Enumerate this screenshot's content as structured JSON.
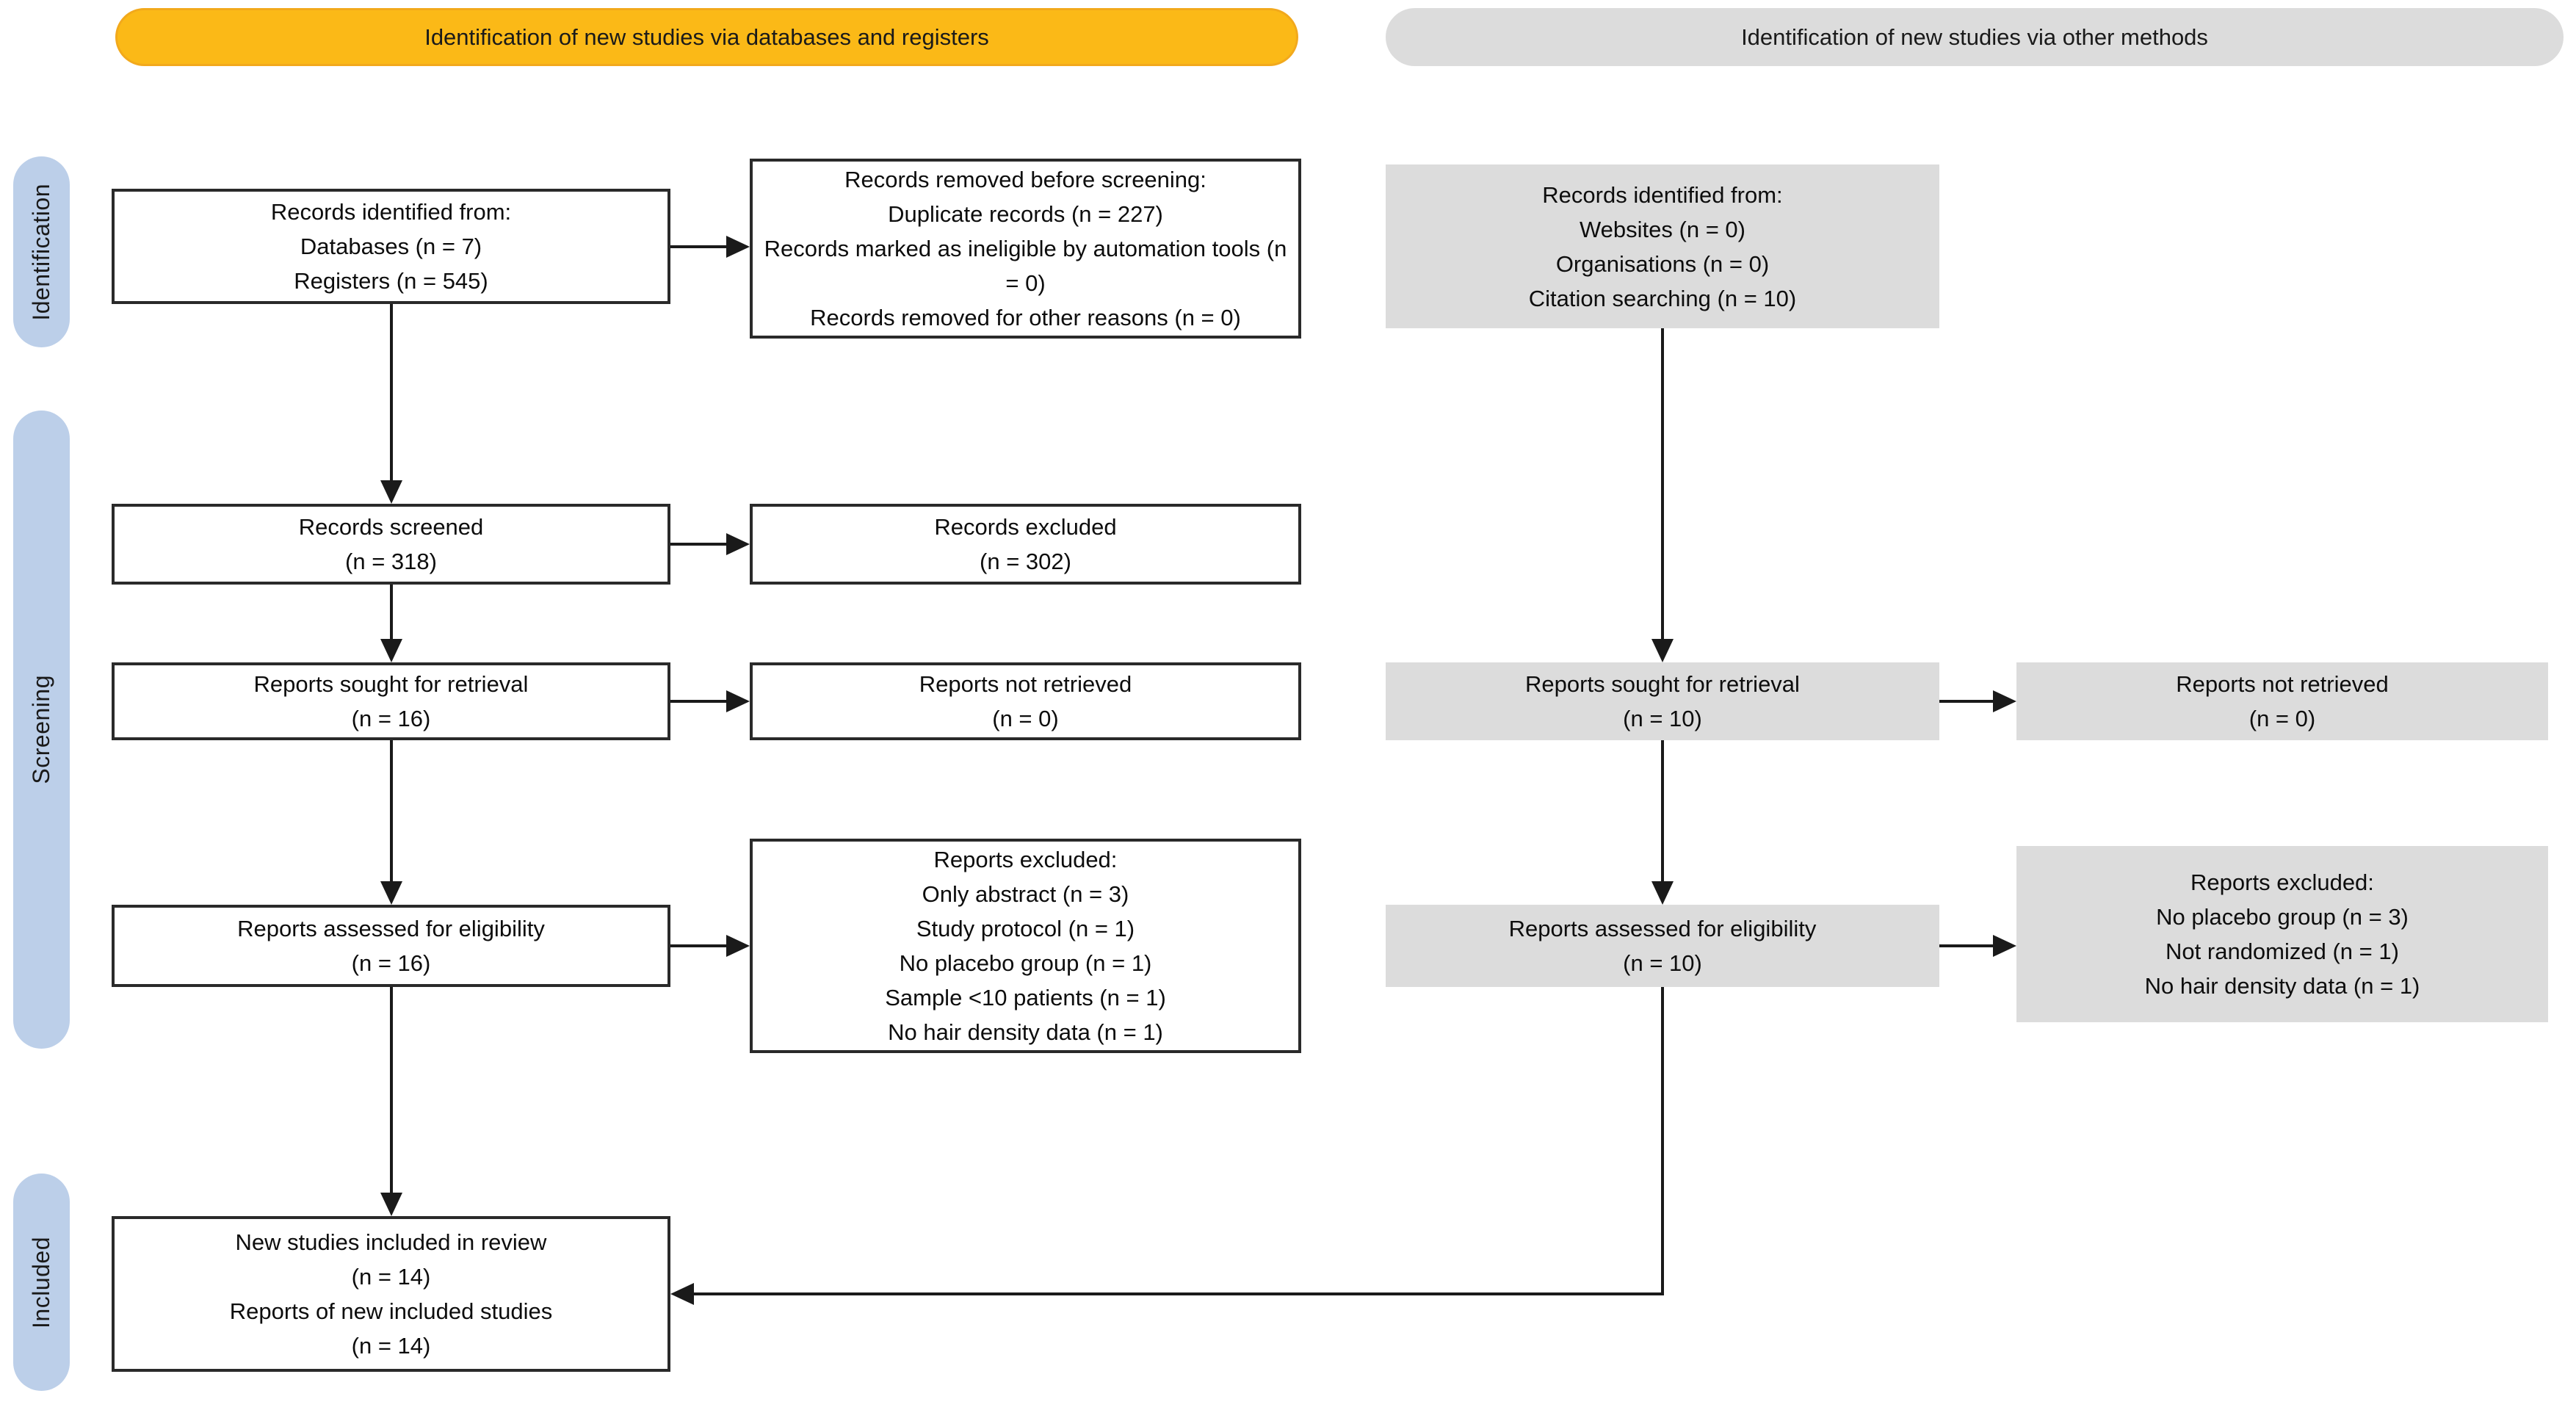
{
  "banners": {
    "databases": "Identification of new studies via databases and registers",
    "other_methods": "Identification of new studies via other methods"
  },
  "stage_labels": {
    "identification": "Identification",
    "screening": "Screening",
    "included": "Included"
  },
  "colors": {
    "banner_databases": "#fbb917",
    "banner_other": "#dcdcdc",
    "stage_pill": "#bccfe9",
    "gray_box": "#dcdcdc",
    "white_box_border": "#2a2a2a",
    "connector": "#1a1a1a"
  },
  "flow": {
    "db_register": {
      "records_identified": [
        "Records identified from:",
        "Databases (n = 7)",
        "Registers (n = 545)"
      ],
      "records_removed": [
        "Records removed before screening:",
        "Duplicate records (n = 227)",
        "Records marked as ineligible by automation tools (n = 0)",
        "Records removed for other reasons (n = 0)"
      ],
      "records_screened": [
        "Records screened",
        "(n = 318)"
      ],
      "records_excluded": [
        "Records excluded",
        "(n = 302)"
      ],
      "reports_sought": [
        "Reports sought for retrieval",
        "(n = 16)"
      ],
      "reports_not_retrieved": [
        "Reports not retrieved",
        "(n = 0)"
      ],
      "reports_assessed": [
        "Reports assessed for eligibility",
        "(n = 16)"
      ],
      "reports_excluded": [
        "Reports excluded:",
        "Only abstract (n = 3)",
        "Study protocol (n = 1)",
        "No placebo group (n = 1)",
        "Sample <10 patients (n = 1)",
        "No hair density data (n = 1)"
      ]
    },
    "other_methods": {
      "records_identified": [
        "Records identified from:",
        "Websites (n = 0)",
        "Organisations (n = 0)",
        "Citation searching (n = 10)"
      ],
      "reports_sought": [
        "Reports sought for retrieval",
        "(n = 10)"
      ],
      "reports_not_retrieved": [
        "Reports not retrieved",
        "(n = 0)"
      ],
      "reports_assessed": [
        "Reports assessed for eligibility",
        "(n = 10)"
      ],
      "reports_excluded": [
        "Reports excluded:",
        "No placebo group (n = 3)",
        "Not randomized (n = 1)",
        "No hair density data (n = 1)"
      ]
    },
    "included": {
      "new_studies": [
        "New studies included in review",
        "(n = 14)",
        "Reports of new included studies",
        "(n = 14)"
      ]
    }
  }
}
